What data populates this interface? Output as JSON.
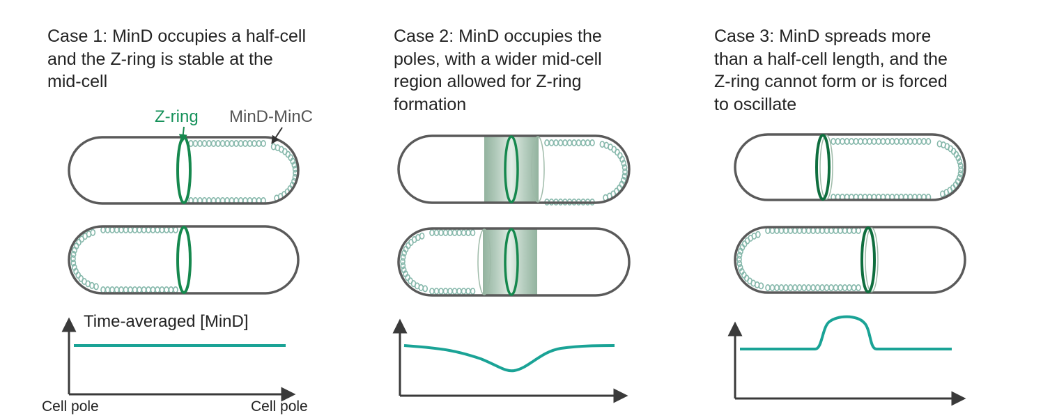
{
  "cases": [
    {
      "caption_lines": [
        "Case 1:  MinD occupies a half-cell",
        "and the Z-ring is stable at the",
        "mid-cell"
      ]
    },
    {
      "caption_lines": [
        "Case 2:  MinD occupies the",
        "poles, with a wider mid-cell",
        "region allowed for Z-ring",
        "formation"
      ]
    },
    {
      "caption_lines": [
        "Case 3:  MinD spreads more",
        "than a half-cell length, and the",
        "Z-ring cannot form or is forced",
        "to oscillate"
      ]
    }
  ],
  "labels": {
    "zring": "Z-ring",
    "mind_minc": "MinD-MinC",
    "plot_title": "Time-averaged [MinD]",
    "axis_left": "Cell pole",
    "axis_right": "Cell pole"
  },
  "colors": {
    "cell_outline": "#5a5a5a",
    "zring_green": "#16884e",
    "minD_teal": "#1aa396",
    "mind_blob": "#86b8ab",
    "axis": "#3a3a3a"
  }
}
